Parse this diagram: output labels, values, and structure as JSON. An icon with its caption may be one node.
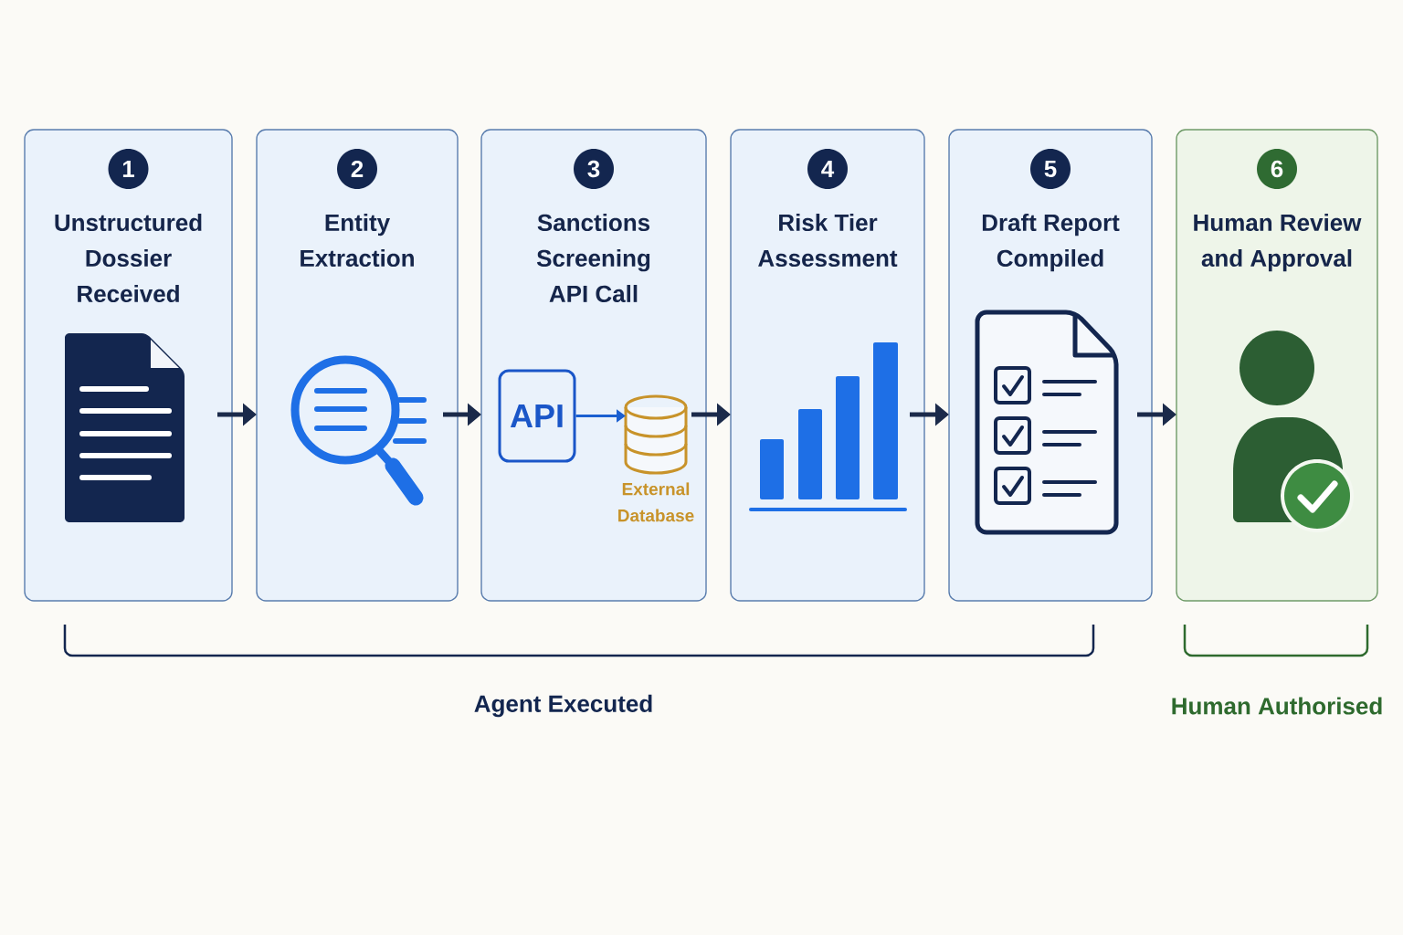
{
  "diagram": {
    "nodes": [
      {
        "text": [
          "Unstructured Dossier Received"
        ]
      },
      {
        "text": [
          "1"
        ],
        "in": 0
      },
      {
        "text": [
          "Entity Extraction"
        ]
      },
      {
        "text": [
          "2"
        ],
        "in": 2
      },
      {
        "text": [
          "Sanctions Screening API Call"
        ]
      },
      {
        "text": [
          "3"
        ],
        "in": 4
      },
      {
        "text": [
          "API"
        ],
        "in": 4
      },
      {
        "text": [],
        "shape": "cylinder",
        "in": 4,
        "beside": [
          "External Database"
        ]
      },
      {
        "text": [
          "Risk Tier Assessment"
        ]
      },
      {
        "text": [
          "4"
        ],
        "in": 8
      },
      {
        "text": [
          "Draft Report Compiled"
        ]
      },
      {
        "text": [
          "5"
        ],
        "in": 10
      },
      {
        "text": [
          "Human Review and Approval"
        ]
      },
      {
        "text": [
          "6"
        ],
        "in": 12
      }
    ],
    "edges": [
      {
        "from": 0,
        "to": 2,
        "arrow": "to"
      },
      {
        "from": 2,
        "to": 4,
        "arrow": "to"
      },
      {
        "from": 4,
        "to": 8,
        "arrow": "to"
      },
      {
        "from": 8,
        "to": 10,
        "arrow": "to"
      },
      {
        "from": 10,
        "to": 12,
        "arrow": "to"
      },
      {
        "from": 6,
        "to": 7,
        "arrow": "to",
        "color": "#1a5fd0"
      }
    ],
    "labels": [
      "Agent Executed",
      "Human Authorised"
    ]
  }
}
